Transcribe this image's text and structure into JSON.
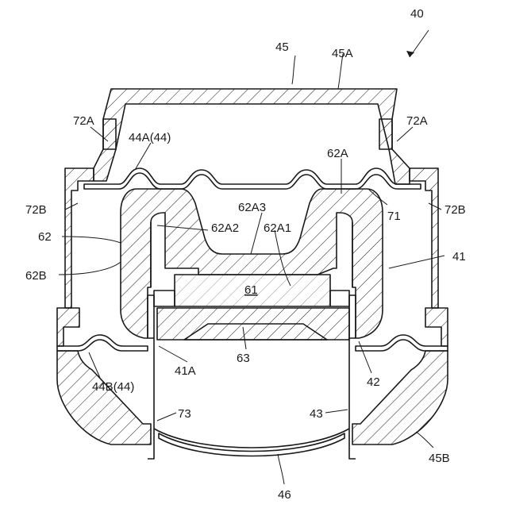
{
  "labels": {
    "l40": "40",
    "l45": "45",
    "l45A": "45A",
    "l72A_left": "72A",
    "l72A_right": "72A",
    "l44A": "44A(44)",
    "l62A": "62A",
    "l72B_left": "72B",
    "l72B_right": "72B",
    "l62A3": "62A3",
    "l71": "71",
    "l62": "62",
    "l62A2": "62A2",
    "l62A1": "62A1",
    "l41": "41",
    "l62B": "62B",
    "l61": "61",
    "l63": "63",
    "l41A": "41A",
    "l42": "42",
    "l44B": "44B(44)",
    "l73": "73",
    "l43": "43",
    "l45B": "45B",
    "l46": "46"
  }
}
